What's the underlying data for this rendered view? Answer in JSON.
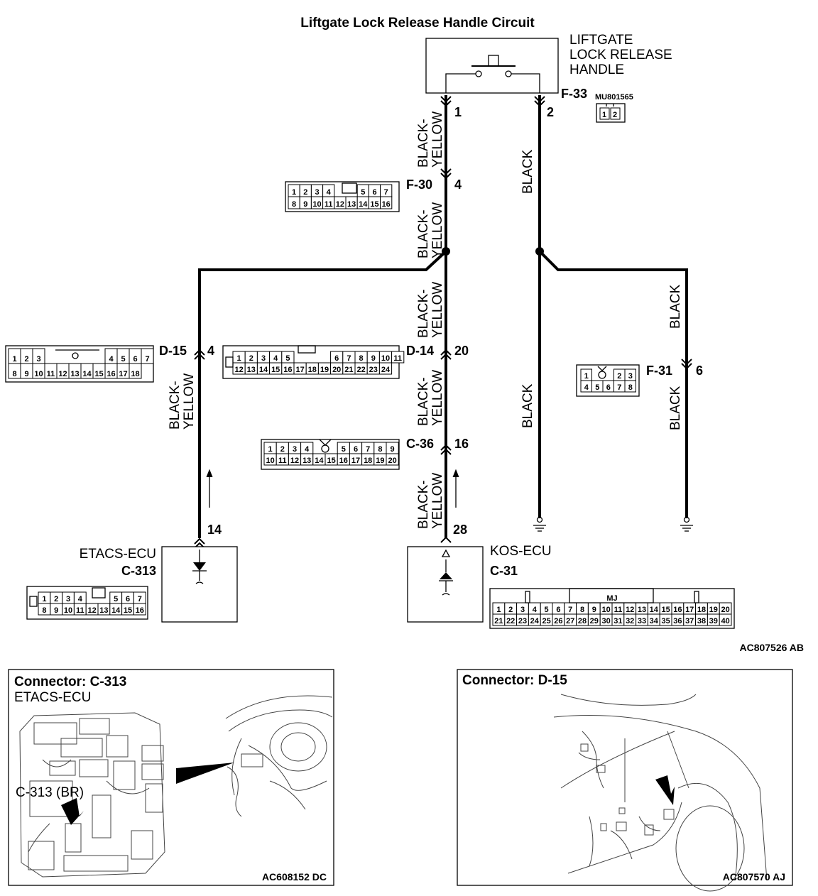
{
  "title": "Liftgate Lock Release Handle Circuit",
  "ref_main": "AC807526 AB",
  "components": {
    "handle": {
      "name_line1": "LIFTGATE",
      "name_line2": "LOCK RELEASE",
      "name_line3": "HANDLE",
      "connector": "F-33",
      "part": "MU801565",
      "pin_a": "1",
      "pin_b": "2"
    },
    "etacs": {
      "name": "ETACS-ECU",
      "connector": "C-313",
      "pin": "14"
    },
    "kos": {
      "name": "KOS-ECU",
      "connector": "C-31",
      "pin": "28",
      "key_label": "MJ"
    }
  },
  "connectors": {
    "f30": {
      "label": "F-30",
      "pin": "4"
    },
    "d15": {
      "label": "D-15",
      "pin": "4"
    },
    "d14": {
      "label": "D-14",
      "pin": "20"
    },
    "f31": {
      "label": "F-31",
      "pin": "6"
    },
    "c36": {
      "label": "C-36",
      "pin": "16"
    }
  },
  "wires": {
    "by1": "BLACK-",
    "by2": "YELLOW",
    "black": "BLACK"
  },
  "panels": {
    "left": {
      "title": "Connector: C-313",
      "subtitle": "ETACS-ECU",
      "callout": "C-313 (BR)",
      "ref": "AC608152 DC"
    },
    "right": {
      "title": "Connector: D-15",
      "ref": "AC807570 AJ"
    }
  }
}
